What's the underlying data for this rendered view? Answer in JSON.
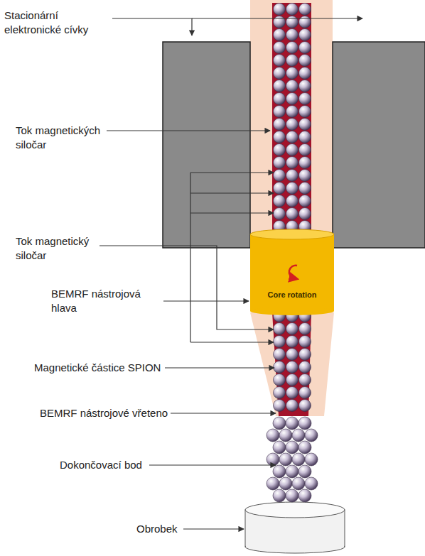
{
  "diagram": {
    "nodes": [
      {
        "text": [
          "Core rotation"
        ]
      }
    ],
    "labels": [
      "Stacionární elektronické cívky",
      "Tok magnetických siločar",
      "Tok magnetický siločar",
      "BEMRF nástrojová hlava",
      "Magnetické částice SPION",
      "BEMRF nástrojové vřeteno",
      "Dokončovací bod",
      "Obrobek"
    ]
  }
}
